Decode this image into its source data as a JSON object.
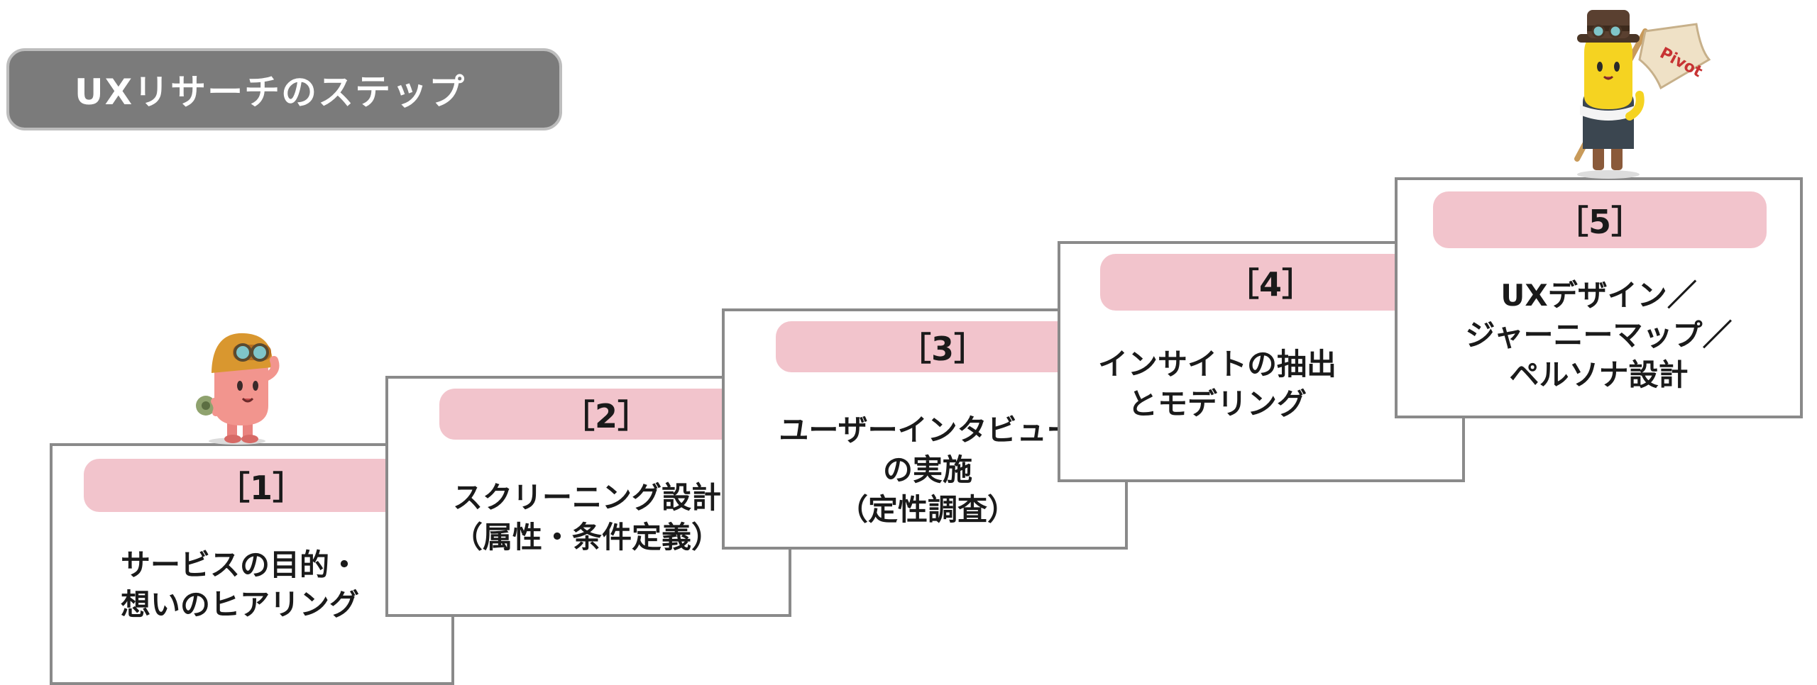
{
  "title": "UXリサーチのステップ",
  "colors": {
    "title_bg": "#7b7b7b",
    "step_pill": "#f2c4cc",
    "card_border": "#8a8a8a",
    "fold": "#bebebe"
  },
  "steps": [
    {
      "number": "［1］",
      "description": "サービスの目的・\n想いのヒアリング"
    },
    {
      "number": "［2］",
      "description": "スクリーニング設計\n（属性・条件定義）"
    },
    {
      "number": "［3］",
      "description": "ユーザーインタビュー\nの実施\n（定性調査）"
    },
    {
      "number": "［4］",
      "description": "インサイトの抽出\nとモデリング"
    },
    {
      "number": "［5］",
      "description": "UXデザイン／\nジャーニーマップ／\nペルソナ設計"
    }
  ],
  "flag_text": "Pivot",
  "icons": {
    "mascot_left": "pink-explorer-mascot-icon",
    "mascot_right": "yellow-mascot-with-flag-icon"
  }
}
